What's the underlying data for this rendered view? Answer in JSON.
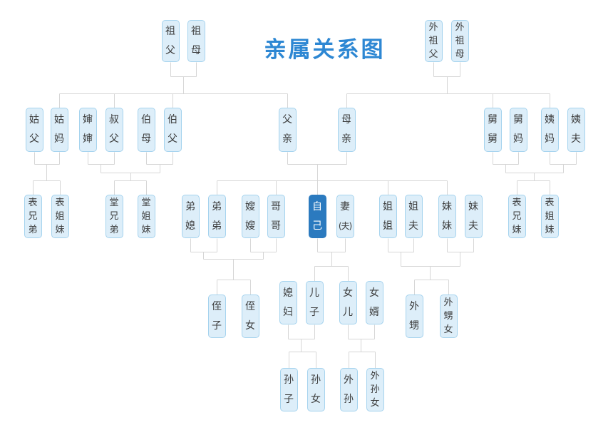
{
  "title": "亲属关系图",
  "colors": {
    "title": "#2d87d3",
    "node_fill": "#ddeef9",
    "node_border": "#a5d3ee",
    "node_text": "#3c3c3c",
    "self_fill": "#2b7abf",
    "self_text": "#ffffff",
    "line": "#d6d6d6",
    "background": "#ffffff"
  },
  "self_id": "ziji",
  "nodes": [
    {
      "id": "zufu",
      "label": "祖父"
    },
    {
      "id": "zumu",
      "label": "祖母"
    },
    {
      "id": "waizufu",
      "label": "外祖父"
    },
    {
      "id": "waizumu",
      "label": "外祖母"
    },
    {
      "id": "gufu",
      "label": "姑父"
    },
    {
      "id": "guma",
      "label": "姑妈"
    },
    {
      "id": "shenshen",
      "label": "婶婶"
    },
    {
      "id": "shufu",
      "label": "叔父"
    },
    {
      "id": "bomu",
      "label": "伯母"
    },
    {
      "id": "bofu",
      "label": "伯父"
    },
    {
      "id": "fuqin",
      "label": "父亲"
    },
    {
      "id": "muqin",
      "label": "母亲"
    },
    {
      "id": "jiujiu",
      "label": "舅舅"
    },
    {
      "id": "jiuma",
      "label": "舅妈"
    },
    {
      "id": "yima",
      "label": "姨妈"
    },
    {
      "id": "yifu",
      "label": "姨夫"
    },
    {
      "id": "biaoxiongdi",
      "label": "表兄弟"
    },
    {
      "id": "biaojiemei-left",
      "label": "表姐妹"
    },
    {
      "id": "tangxiongdi",
      "label": "堂兄弟"
    },
    {
      "id": "tangjiemei",
      "label": "堂姐妹"
    },
    {
      "id": "dixi",
      "label": "弟媳"
    },
    {
      "id": "didi",
      "label": "弟弟"
    },
    {
      "id": "saosao",
      "label": "嫂嫂"
    },
    {
      "id": "gege",
      "label": "哥哥"
    },
    {
      "id": "ziji",
      "label": "自己",
      "self": true
    },
    {
      "id": "qi-fu",
      "label": "妻(夫)"
    },
    {
      "id": "jiejie",
      "label": "姐姐"
    },
    {
      "id": "jiefu",
      "label": "姐夫"
    },
    {
      "id": "meimei",
      "label": "妹妹"
    },
    {
      "id": "meifu",
      "label": "妹夫"
    },
    {
      "id": "biaoxiongmei",
      "label": "表兄妹"
    },
    {
      "id": "biaojiemei-right",
      "label": "表姐妹"
    },
    {
      "id": "xifu",
      "label": "媳妇"
    },
    {
      "id": "erzi",
      "label": "儿子"
    },
    {
      "id": "nver",
      "label": "女儿"
    },
    {
      "id": "nvxu",
      "label": "女婿"
    },
    {
      "id": "zhizi",
      "label": "侄子"
    },
    {
      "id": "zhinv",
      "label": "侄女"
    },
    {
      "id": "waisheng",
      "label": "外甥"
    },
    {
      "id": "waishengnv",
      "label": "外甥女"
    },
    {
      "id": "sunzi",
      "label": "孙子"
    },
    {
      "id": "sunnv",
      "label": "孙女"
    },
    {
      "id": "waisun",
      "label": "外孙"
    },
    {
      "id": "waisunnv",
      "label": "外孙女"
    }
  ],
  "relationships": {
    "couples": [
      [
        "zufu",
        "zumu"
      ],
      [
        "waizufu",
        "waizumu"
      ],
      [
        "gufu",
        "guma"
      ],
      [
        "shenshen",
        "shufu"
      ],
      [
        "bomu",
        "bofu"
      ],
      [
        "fuqin",
        "muqin"
      ],
      [
        "jiujiu",
        "jiuma"
      ],
      [
        "yima",
        "yifu"
      ],
      [
        "dixi",
        "didi"
      ],
      [
        "saosao",
        "gege"
      ],
      [
        "ziji",
        "qi-fu"
      ],
      [
        "jiejie",
        "jiefu"
      ],
      [
        "meimei",
        "meifu"
      ],
      [
        "xifu",
        "erzi"
      ],
      [
        "nver",
        "nvxu"
      ]
    ],
    "parent_child": [
      {
        "parents": [
          "zufu",
          "zumu"
        ],
        "children": [
          "guma",
          "shufu",
          "bofu",
          "fuqin"
        ]
      },
      {
        "parents": [
          "waizufu",
          "waizumu"
        ],
        "children": [
          "muqin",
          "jiujiu",
          "yima"
        ]
      },
      {
        "parents": [
          "gufu",
          "guma"
        ],
        "children": [
          "biaoxiongdi",
          "biaojiemei-left"
        ]
      },
      {
        "parents": [
          "shenshen",
          "shufu",
          "bomu",
          "bofu"
        ],
        "children": [
          "tangxiongdi",
          "tangjiemei"
        ]
      },
      {
        "parents": [
          "fuqin",
          "muqin"
        ],
        "children": [
          "didi",
          "gege",
          "ziji",
          "jiejie",
          "meimei"
        ]
      },
      {
        "parents": [
          "jiujiu",
          "jiuma",
          "yima",
          "yifu"
        ],
        "children": [
          "biaoxiongmei",
          "biaojiemei-right"
        ]
      },
      {
        "parents": [
          "dixi",
          "didi",
          "saosao",
          "gege"
        ],
        "children": [
          "zhizi",
          "zhinv"
        ]
      },
      {
        "parents": [
          "ziji",
          "qi-fu"
        ],
        "children": [
          "erzi",
          "nver"
        ]
      },
      {
        "parents": [
          "jiejie",
          "jiefu",
          "meimei",
          "meifu"
        ],
        "children": [
          "waisheng",
          "waishengnv"
        ]
      },
      {
        "parents": [
          "xifu",
          "erzi"
        ],
        "children": [
          "sunzi",
          "sunnv"
        ]
      },
      {
        "parents": [
          "nver",
          "nvxu"
        ],
        "children": [
          "waisun",
          "waisunnv"
        ]
      }
    ]
  }
}
